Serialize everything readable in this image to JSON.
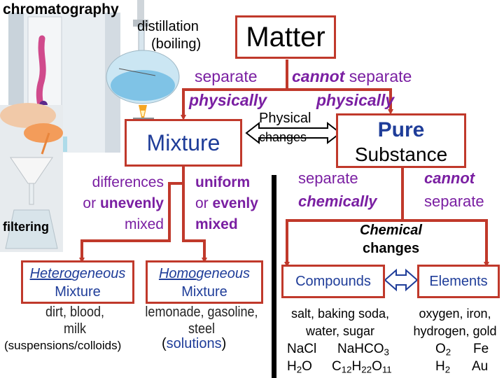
{
  "colors": {
    "arrow": "#c0392b",
    "blue": "#1f3d99",
    "purple": "#7a1fa2",
    "divider": "#000000"
  },
  "photos": {
    "chromatography": "chromatography-strip-photo",
    "distillation": "distillation-flask-photo",
    "filtering": "filter-funnel-photo"
  },
  "labels": {
    "chromatography": "chromatography",
    "distillation": "distillation",
    "boiling": "(boiling)",
    "filtering": "filtering",
    "physical_changes_1": "Physical",
    "physical_changes_2": "changes",
    "chemical_changes_1": "Chemical",
    "chemical_changes_2": "changes"
  },
  "matter": {
    "title": "Matter"
  },
  "branches": {
    "separate_physically_1": "separate",
    "separate_physically_2": "physically",
    "cannot_separate_1a": "cannot",
    "cannot_separate_1b": "separate",
    "cannot_separate_2": "physically",
    "separate_chemically_1": "separate",
    "separate_chemically_2": "chemically",
    "cannot_separate_chem_1": "cannot",
    "cannot_separate_chem_2": "separate"
  },
  "mixture": {
    "title": "Mixture",
    "hetero_desc": [
      "differences",
      "or",
      "unevenly",
      "mixed"
    ],
    "homo_desc": [
      "uniform",
      "or",
      "evenly",
      "mixed"
    ]
  },
  "pure": {
    "line1": "Pure",
    "line2": "Substance"
  },
  "heterogeneous": {
    "prefix": "Hetero",
    "rest": "geneous",
    "line2": "Mixture",
    "examples": [
      "dirt, blood,",
      "milk"
    ],
    "note": "(suspensions/colloids)"
  },
  "homogeneous": {
    "prefix": "Homo",
    "rest": "geneous",
    "line2": "Mixture",
    "examples": [
      "lemonade, gasoline,",
      "steel"
    ],
    "note_open": "(",
    "note_word": "solutions",
    "note_close": ")"
  },
  "compounds": {
    "title": "Compounds",
    "examples": [
      "salt,  baking soda,",
      "water,  sugar"
    ],
    "formulas": {
      "nacl": "NaCl",
      "nahco3_base": "NaHCO",
      "nahco3_sub": "3",
      "h2o_h": "H",
      "h2o_sub": "2",
      "h2o_o": "O",
      "sugar_c": "C",
      "sugar_c_sub": "12",
      "sugar_h": "H",
      "sugar_h_sub": "22",
      "sugar_o": "O",
      "sugar_o_sub": "11"
    }
  },
  "elements": {
    "title": "Elements",
    "examples": [
      "oxygen,  iron,",
      "hydrogen, gold"
    ],
    "formulas": {
      "o2_base": "O",
      "o2_sub": "2",
      "fe": "Fe",
      "h2_base": "H",
      "h2_sub": "2",
      "au": "Au"
    }
  }
}
